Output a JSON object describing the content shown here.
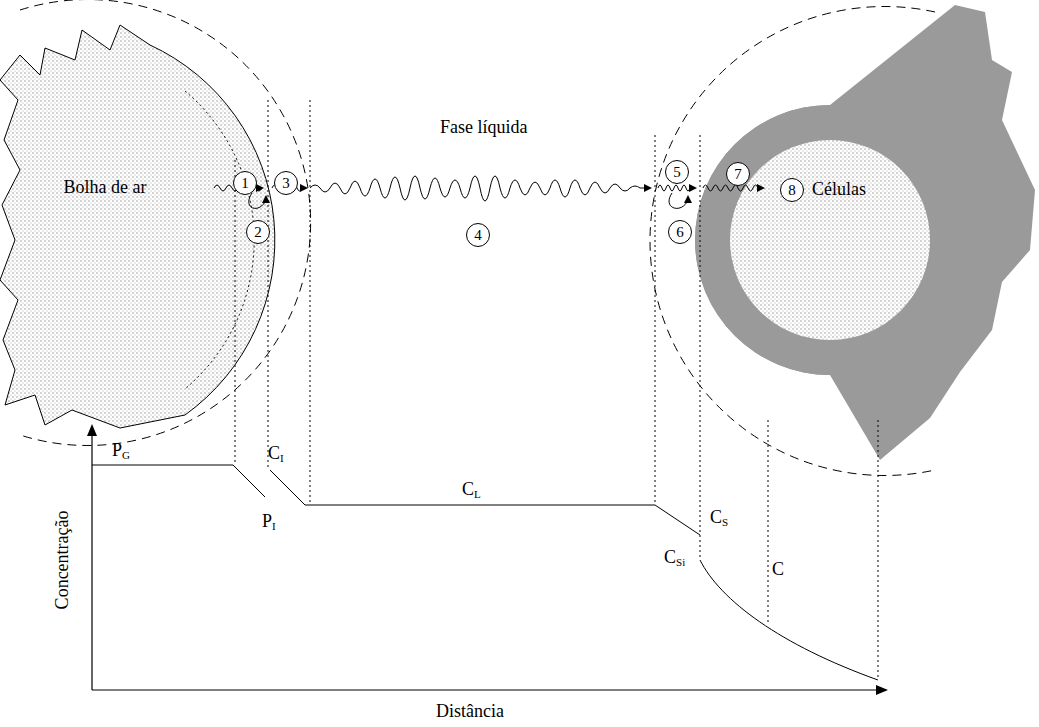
{
  "diagram": {
    "nodes": [
      {
        "text": [
          "Bolha de ar"
        ]
      },
      {
        "text": [
          "Células"
        ]
      },
      {
        "text": [
          "1"
        ]
      },
      {
        "text": [
          "2"
        ]
      },
      {
        "text": [
          "3"
        ]
      },
      {
        "text": [
          "4"
        ]
      },
      {
        "text": [
          "5"
        ]
      },
      {
        "text": [
          "6"
        ]
      },
      {
        "text": [
          "7"
        ]
      },
      {
        "text": [
          "8"
        ],
        "in": 1
      }
    ],
    "labels": [
      "Fase líquida",
      "PG",
      "CI",
      "PI",
      "CL",
      "CS",
      "CSi",
      "C",
      "Concentração",
      "Distância"
    ]
  }
}
